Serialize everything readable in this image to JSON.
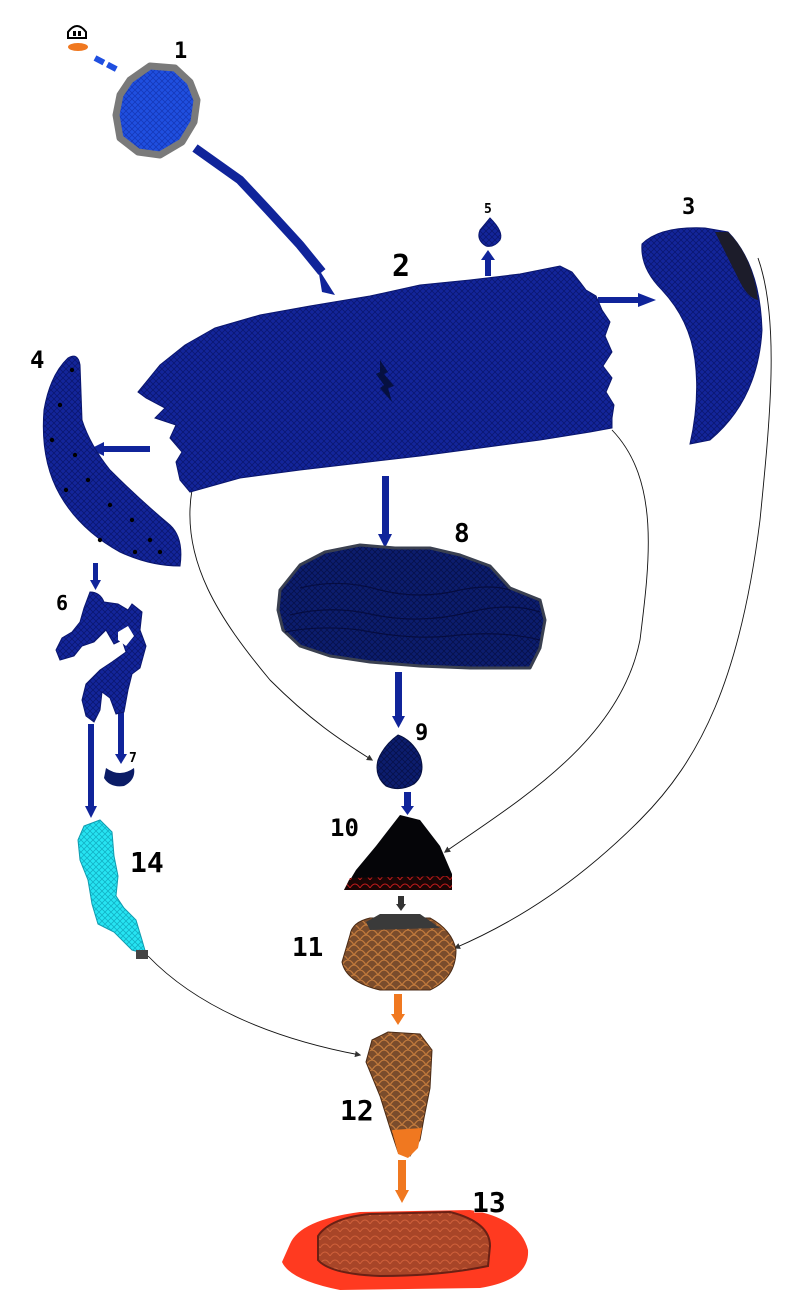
{
  "colors": {
    "deep_blue": "#10249a",
    "mid_blue": "#1f4fe0",
    "navy": "#0b1c66",
    "dark_navy": "#071050",
    "cyan": "#22e0f0",
    "black": "#050508",
    "brown": "#7a4a2a",
    "orange": "#f07820",
    "red": "#ff3a20",
    "rust": "#a43e25",
    "gray": "#808080"
  },
  "labels": {
    "n1": "1",
    "n2": "2",
    "n3": "3",
    "n4": "4",
    "n5": "5",
    "n6": "6",
    "n7": "7",
    "n8": "8",
    "n9": "9",
    "n10": "10",
    "n11": "11",
    "n12": "12",
    "n13": "13",
    "n14": "14"
  }
}
